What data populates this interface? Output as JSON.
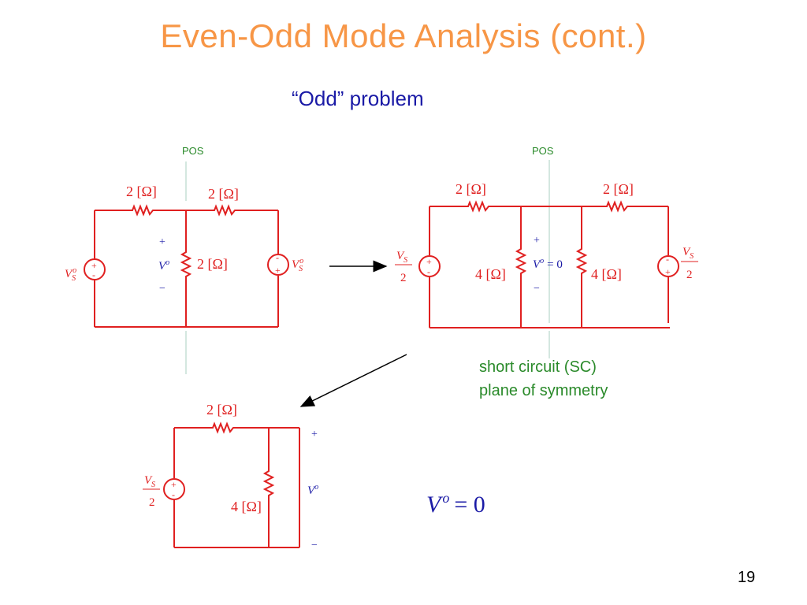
{
  "slide": {
    "title": "Even-Odd Mode Analysis (cont.)",
    "subtitle": "“Odd” problem",
    "page_number": "19"
  },
  "labels": {
    "pos": "POS",
    "res_2": "2 [Ω]",
    "res_4": "4 [Ω]",
    "plus": "+",
    "minus": "−",
    "v": "V",
    "v_sup": "o",
    "vs_sub": "S",
    "half_den": "2",
    "equals_zero": "= 0",
    "src_plus": "+",
    "src_minus": "-"
  },
  "annotation": {
    "line1": "short circuit (SC)",
    "line2": "plane of symmetry"
  },
  "result": {
    "v": "V",
    "sup": "o",
    "rhs": "= 0"
  },
  "colors": {
    "title": "#f79646",
    "subtitle": "#1a1aa6",
    "circuit": "#e02020",
    "symbol": "#1a1aa6",
    "plane": "#2a8a2a"
  }
}
